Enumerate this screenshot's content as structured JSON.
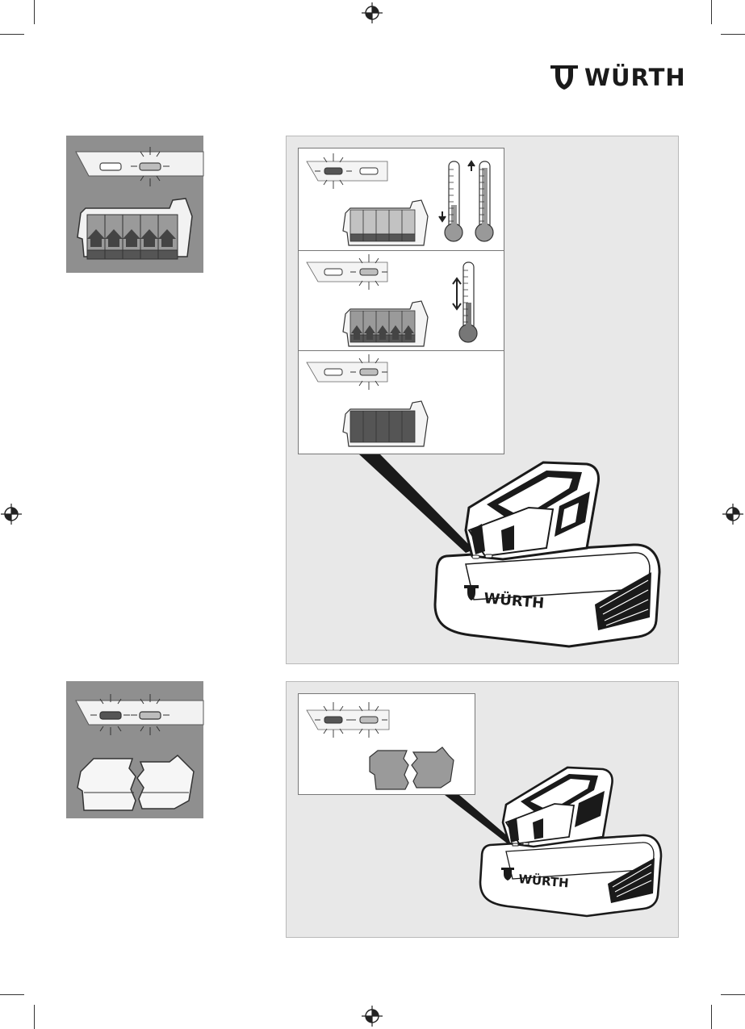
{
  "brand": {
    "name": "WÜRTH",
    "charger_brand_label": "WÜRTH"
  },
  "colors": {
    "panel_background": "#e8e8e8",
    "thumb_background": "#8f8f8f",
    "led_red": "#555555",
    "led_green": "#bdbdbd",
    "ink": "#1a1a1a"
  },
  "icons": {
    "registration_mark": "crosshair-circle-icon",
    "logo_mark": "wurth-shield-icon",
    "thermometer": "thermometer-icon",
    "charging_arrow": "arrow-up-icon",
    "temperature_change": "double-arrow-vertical-icon"
  },
  "sections": [
    {
      "id": "battery-charging",
      "thumbnail": {
        "led_left": "off",
        "led_right": "blinking",
        "battery": "charging-arrows"
      },
      "states": [
        {
          "led_left": "blinking",
          "led_right": "off",
          "battery": "partial-charge",
          "thermometers": 2
        },
        {
          "led_left": "off",
          "led_right": "blinking",
          "battery": "charging-arrows",
          "thermometers": 1
        },
        {
          "led_left": "off",
          "led_right": "blinking",
          "battery": "full"
        }
      ]
    },
    {
      "id": "battery-defective",
      "thumbnail": {
        "led_left": "blinking",
        "led_right": "blinking",
        "battery": "broken"
      },
      "states": [
        {
          "led_left": "blinking",
          "led_right": "blinking",
          "battery": "broken"
        }
      ]
    }
  ]
}
